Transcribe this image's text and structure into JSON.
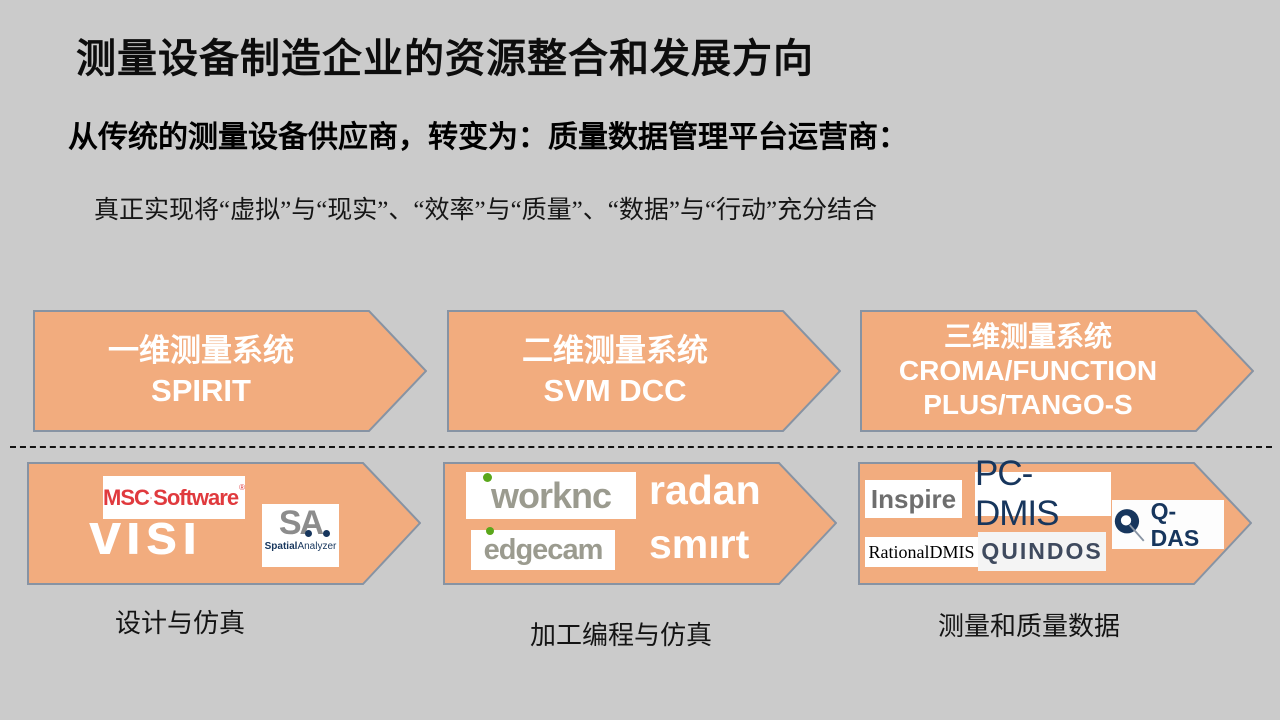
{
  "slide": {
    "title": "测量设备制造企业的资源整合和发展方向",
    "subtitle": "从传统的测量设备供应商，转变为：质量数据管理平台运营商：",
    "tagline": "真正实现将“虚拟”与“现实”、“效率”与“质量”、“数据”与“行动”充分结合"
  },
  "colors": {
    "background": "#CBCBCB",
    "arrow_fill": "#F2AC7E",
    "arrow_border": "#8793A3",
    "msc_red": "#E03A3E",
    "navy": "#17365D",
    "logo_gray": "#9B9B8F",
    "green_dot": "#5BA71B"
  },
  "top_row": [
    {
      "lines": [
        "一维测量系统",
        "SPIRIT"
      ]
    },
    {
      "lines": [
        "二维测量系统",
        "SVM DCC"
      ]
    },
    {
      "lines": [
        "三维测量系统",
        "CROMA/FUNCTION",
        "PLUS/TANGO-S"
      ]
    }
  ],
  "bottom_row": {
    "design": {
      "caption": "设计与仿真",
      "logos": {
        "msc_part1": "MSC",
        "msc_part2": "Software",
        "msc_reg": "®",
        "visi": "visi",
        "sa_letters": "SA",
        "sa_spatial": "Spatial",
        "sa_analyzer": "Analyzer"
      }
    },
    "cam": {
      "caption": "加工编程与仿真",
      "logos": {
        "worknc": "worknc",
        "radan": "radan",
        "edgecam": "edgecam",
        "smirt": "smırt"
      }
    },
    "quality": {
      "caption": "测量和质量数据",
      "logos": {
        "inspire": "Inspire",
        "pcdmis": "PC-DMIS",
        "qdas": "Q-DAS",
        "rationaldmis": "RationalDMIS",
        "quindos": "QUINDOS"
      }
    }
  }
}
